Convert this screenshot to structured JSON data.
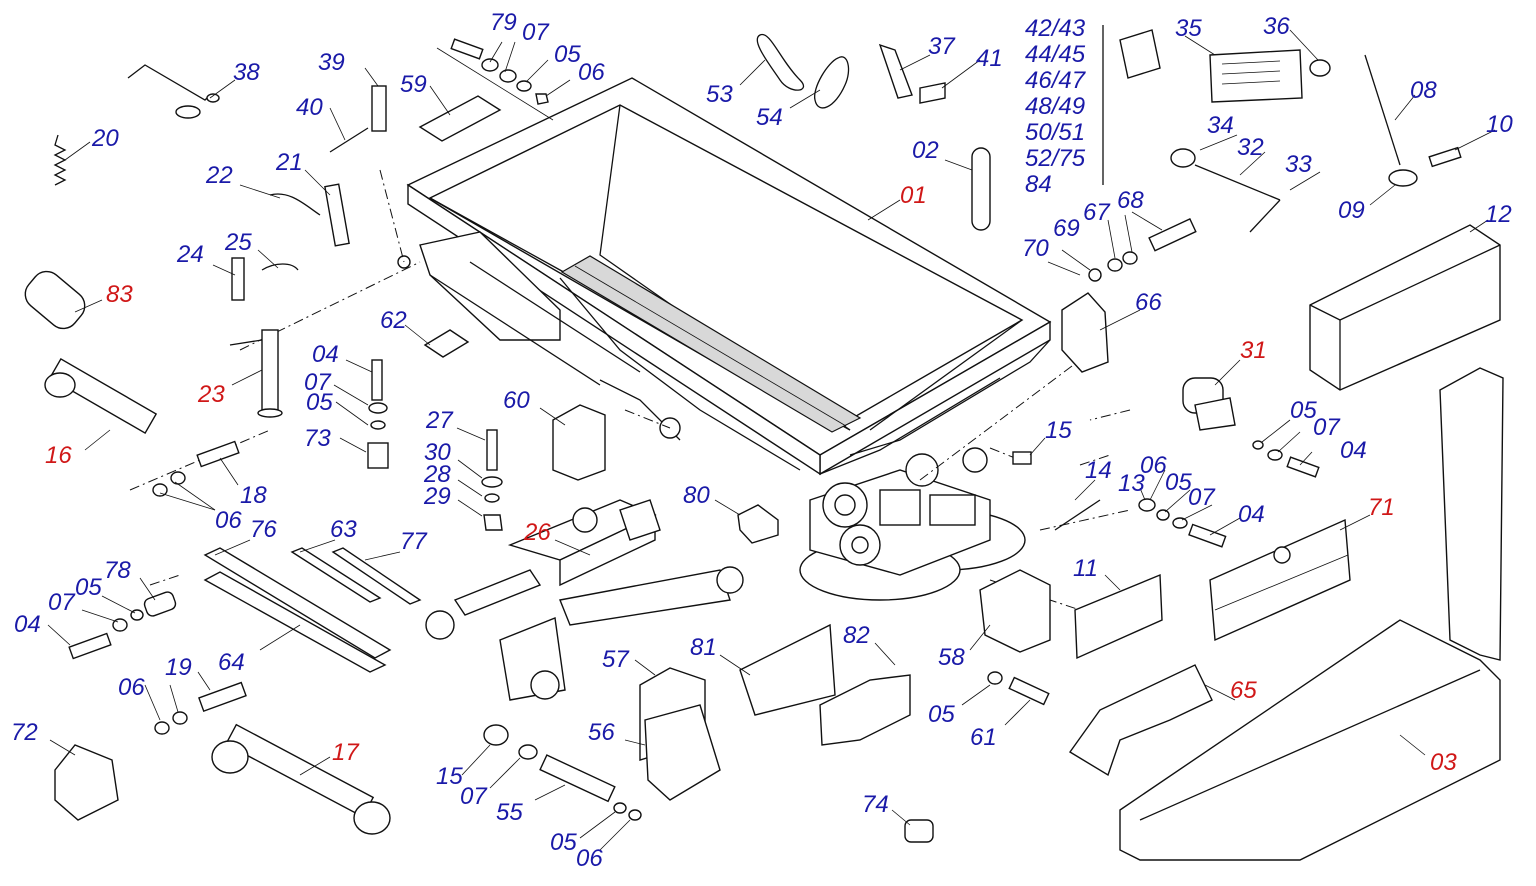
{
  "labels": {
    "p79": "79",
    "p07a": "07",
    "p05a": "05",
    "p06a": "06",
    "p53": "53",
    "p54": "54",
    "p37": "37",
    "p41": "41",
    "p35": "35",
    "p36": "36",
    "p4243": "42/43",
    "p4445": "44/45",
    "p4647": "46/47",
    "p4849": "48/49",
    "p5051": "50/51",
    "p5275": "52/75",
    "p84": "84",
    "p38": "38",
    "p39": "39",
    "p59": "59",
    "p40": "40",
    "p20": "20",
    "p22": "22",
    "p21": "21",
    "p01": "01",
    "p02": "02",
    "p08": "08",
    "p34": "34",
    "p32": "32",
    "p33": "33",
    "p10": "10",
    "p09": "09",
    "p67": "67",
    "p68": "68",
    "p69": "69",
    "p70": "70",
    "p12": "12",
    "p24": "24",
    "p25": "25",
    "p83": "83",
    "p62": "62",
    "p66": "66",
    "p04a": "04",
    "p23": "23",
    "p07b": "07",
    "p05b": "05",
    "p73": "73",
    "p31": "31",
    "p16": "16",
    "p27": "27",
    "p60": "60",
    "p15a": "15",
    "p05c": "05",
    "p07c": "07",
    "p04b": "04",
    "p30": "30",
    "p28": "28",
    "p29": "29",
    "p14": "14",
    "p18": "18",
    "p06b": "06",
    "p06c": "06",
    "p13": "13",
    "p05d": "05",
    "p07d": "07",
    "p04c": "04",
    "p71": "71",
    "p80": "80",
    "p76": "76",
    "p63": "63",
    "p77": "77",
    "p26": "26",
    "p11": "11",
    "p78": "78",
    "p05e": "05",
    "p07e": "07",
    "p04d": "04",
    "p64": "64",
    "p57": "57",
    "p81": "81",
    "p82": "82",
    "p58": "58",
    "p65": "65",
    "p06d": "06",
    "p19": "19",
    "p05f": "05",
    "p61": "61",
    "p72": "72",
    "p17": "17",
    "p56": "56",
    "p03": "03",
    "p15b": "15",
    "p07f": "07",
    "p55": "55",
    "p74": "74",
    "p05g": "05",
    "p06e": "06"
  },
  "colors": {
    "callout_blue": "#1a1aa8",
    "callout_red": "#d01818",
    "line": "#111111"
  }
}
